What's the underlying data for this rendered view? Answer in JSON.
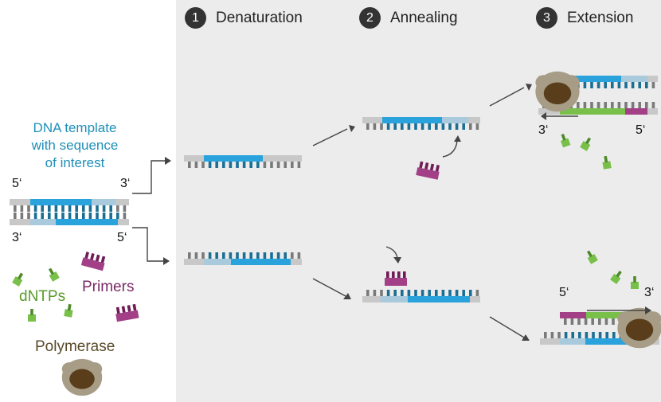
{
  "steps": [
    {
      "number": "1",
      "label": "Denaturation"
    },
    {
      "number": "2",
      "label": "Annealing"
    },
    {
      "number": "3",
      "label": "Extension"
    }
  ],
  "legend": {
    "template_line1": "DNA template",
    "template_line2": "with sequence",
    "template_line3": "of interest",
    "dntps": "dNTPs",
    "primers": "Primers",
    "polymerase": "Polymerase"
  },
  "ends": {
    "left_top_5": "5‘",
    "left_top_3": "3‘",
    "left_bottom_3": "3‘",
    "left_bottom_5": "5‘",
    "ext_top_3": "3‘",
    "ext_top_5": "5‘",
    "ext_bottom_5": "5‘",
    "ext_bottom_3": "3‘"
  },
  "colors": {
    "panel": "#ececec",
    "backbone_gray": "#c8c8c8",
    "blue": "#2aa3dc",
    "light_blue": "#a9c9dc",
    "tooth_dark": "#1c6f93",
    "tooth_gray": "#7a7a7a",
    "primer": "#a23f86",
    "primer_dark": "#6d1c56",
    "dntp": "#79c04a",
    "dntp_dark": "#4e8a2a",
    "polymerase": "#5a3e1c",
    "polymerase_shell": "#a79c86",
    "label_blue": "#1f8fb8",
    "label_green": "#5a9a2a",
    "label_purple": "#7a2a66",
    "label_brown": "#5a4a2a"
  }
}
